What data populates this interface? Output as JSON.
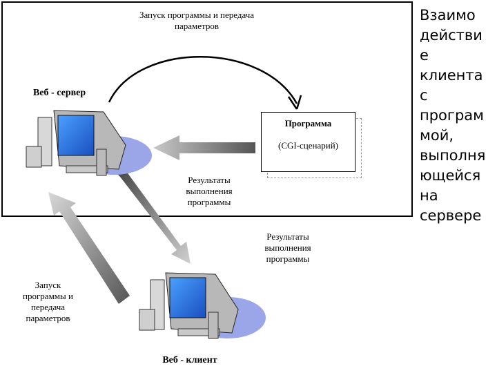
{
  "server_box": {
    "top_caption": [
      "Запуск программы и передача",
      "параметров"
    ],
    "web_server_label": "Веб - сервер"
  },
  "program_box": {
    "title": "Программа",
    "subtitle": "(CGI-сценарий)"
  },
  "result_inner": [
    "Результаты",
    "выполнения",
    "программы"
  ],
  "result_outer": [
    "Результаты",
    "выполнения",
    "программы"
  ],
  "launch_outer": [
    "Запуск",
    "программы и",
    "передача",
    "параметров"
  ],
  "web_client_label": "Веб - клиент",
  "side_text": [
    "Взаимо",
    "действи",
    "е",
    "клиента",
    "с",
    "програм",
    "мой,",
    "выполня",
    "ющейся",
    "на",
    "сервере"
  ],
  "icons": [
    "server-computer-icon",
    "client-computer-icon"
  ]
}
